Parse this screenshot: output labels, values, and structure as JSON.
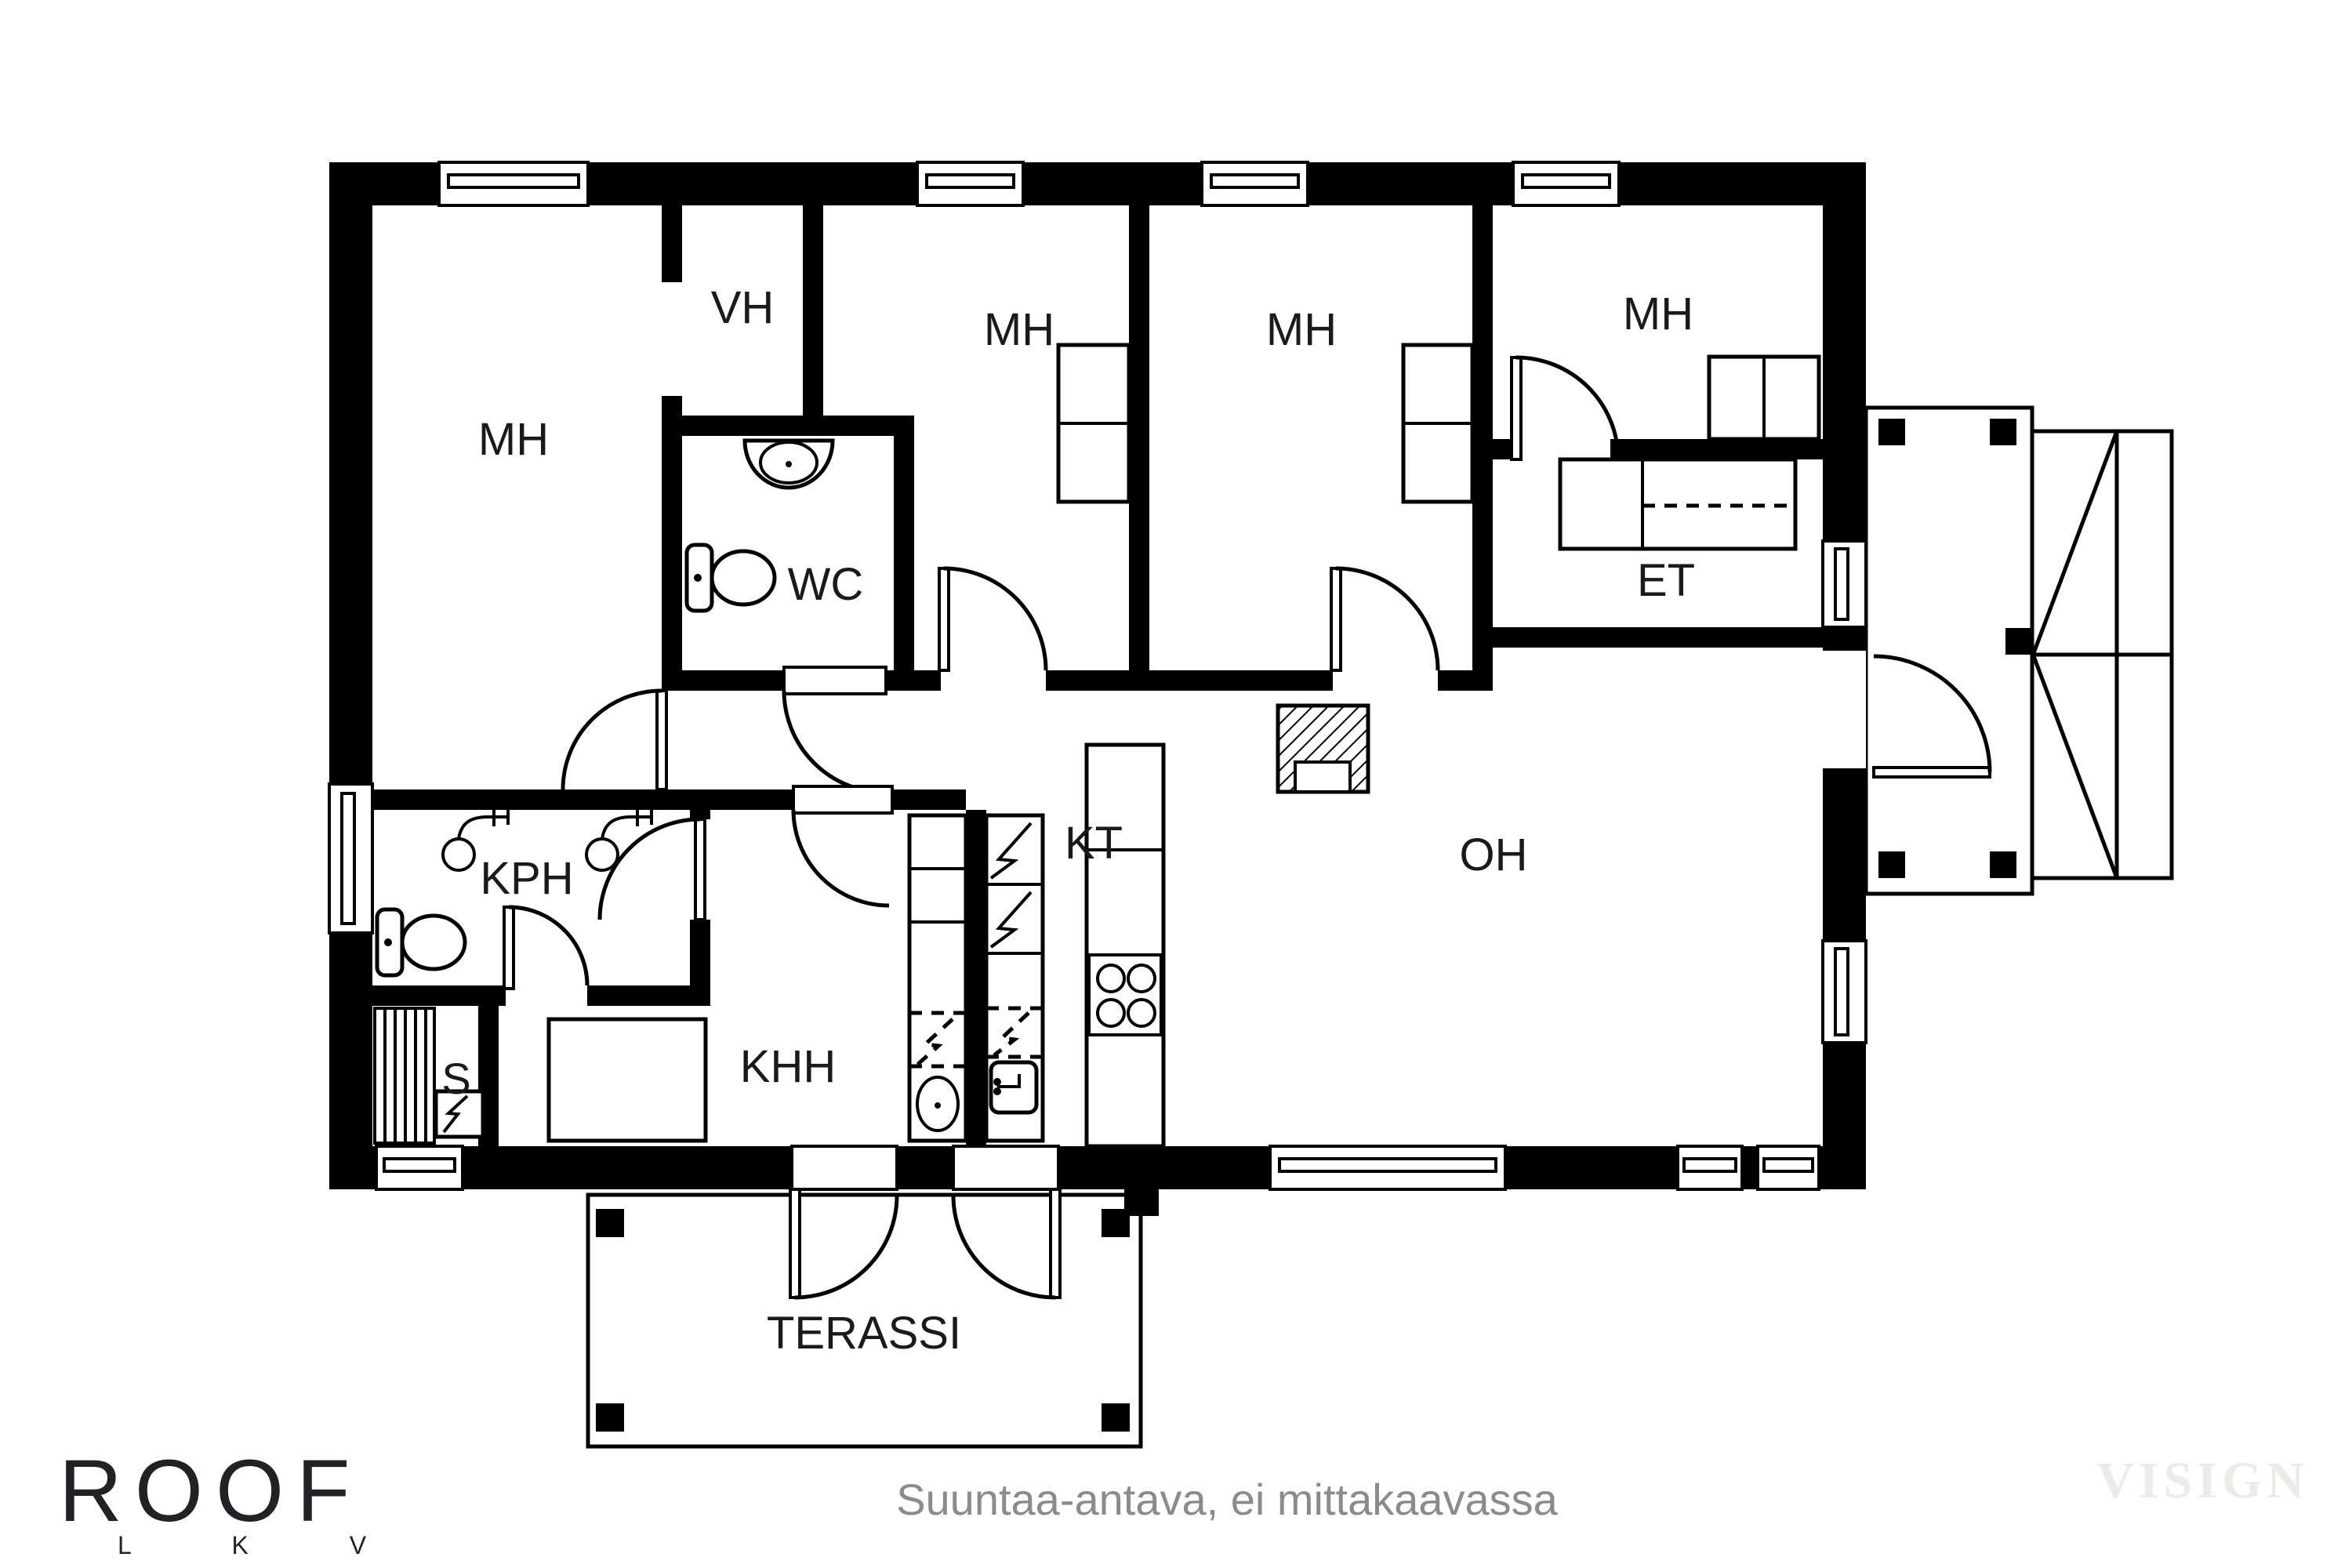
{
  "rooms": {
    "mh1": "MH",
    "vh": "VH",
    "wc": "WC",
    "mh2": "MH",
    "mh3": "MH",
    "mh4": "MH",
    "et": "ET",
    "oh": "OH",
    "kt": "KT",
    "khh": "KHH",
    "kph": "KPH",
    "s": "S",
    "terassi": "TERASSI"
  },
  "footer": {
    "disclaimer": "Suuntaa-antava, ei mittakaavassa",
    "watermark": "VISIGN"
  },
  "logo": {
    "name": "ROOF",
    "subtext": "L K V"
  },
  "colors": {
    "walls": "#000000",
    "background": "#ffffff",
    "label_text": "#1a1a1a",
    "footer_text": "#8b8b8b",
    "watermark_text": "#edebe8",
    "logo_text": "#222226"
  }
}
